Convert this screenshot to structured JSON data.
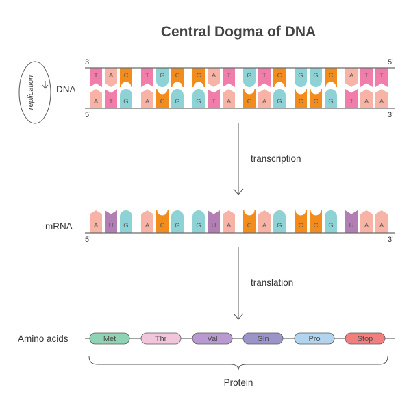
{
  "title": "Central Dogma of DNA",
  "colors": {
    "A": "#f7b3a5",
    "T": "#f07daa",
    "C": "#f28c1c",
    "G": "#8ed2d6",
    "U": "#b17fb3",
    "line": "#6b6b6b"
  },
  "dna": {
    "label": "DNA",
    "top_strand": {
      "left_end": "3’",
      "right_end": "5’",
      "bases": [
        "T",
        "A",
        "C",
        "T",
        "G",
        "C",
        "C",
        "A",
        "T",
        "G",
        "T",
        "C",
        "G",
        "G",
        "C",
        "A",
        "T",
        "T"
      ]
    },
    "bottom_strand": {
      "left_end": "5’",
      "right_end": "3’",
      "bases": [
        "A",
        "T",
        "G",
        "A",
        "C",
        "G",
        "G",
        "T",
        "A",
        "C",
        "A",
        "G",
        "C",
        "C",
        "G",
        "T",
        "A",
        "A"
      ]
    }
  },
  "replication": {
    "label": "replication"
  },
  "transcription": {
    "label": "transcription"
  },
  "mrna": {
    "label": "mRNA",
    "left_end": "5’",
    "right_end": "3’",
    "bases": [
      "A",
      "U",
      "G",
      "A",
      "C",
      "G",
      "G",
      "U",
      "A",
      "C",
      "A",
      "G",
      "C",
      "C",
      "G",
      "U",
      "A",
      "A"
    ]
  },
  "translation": {
    "label": "translation"
  },
  "amino_acids": {
    "label": "Amino acids",
    "items": [
      {
        "name": "Met",
        "color": "#8fd3b5"
      },
      {
        "name": "Thr",
        "color": "#f1c6dc"
      },
      {
        "name": "Val",
        "color": "#b99ad0"
      },
      {
        "name": "Gln",
        "color": "#9b94c9"
      },
      {
        "name": "Pro",
        "color": "#b3d4ef"
      },
      {
        "name": "Stop",
        "color": "#f08080"
      }
    ]
  },
  "protein": {
    "label": "Protein"
  }
}
